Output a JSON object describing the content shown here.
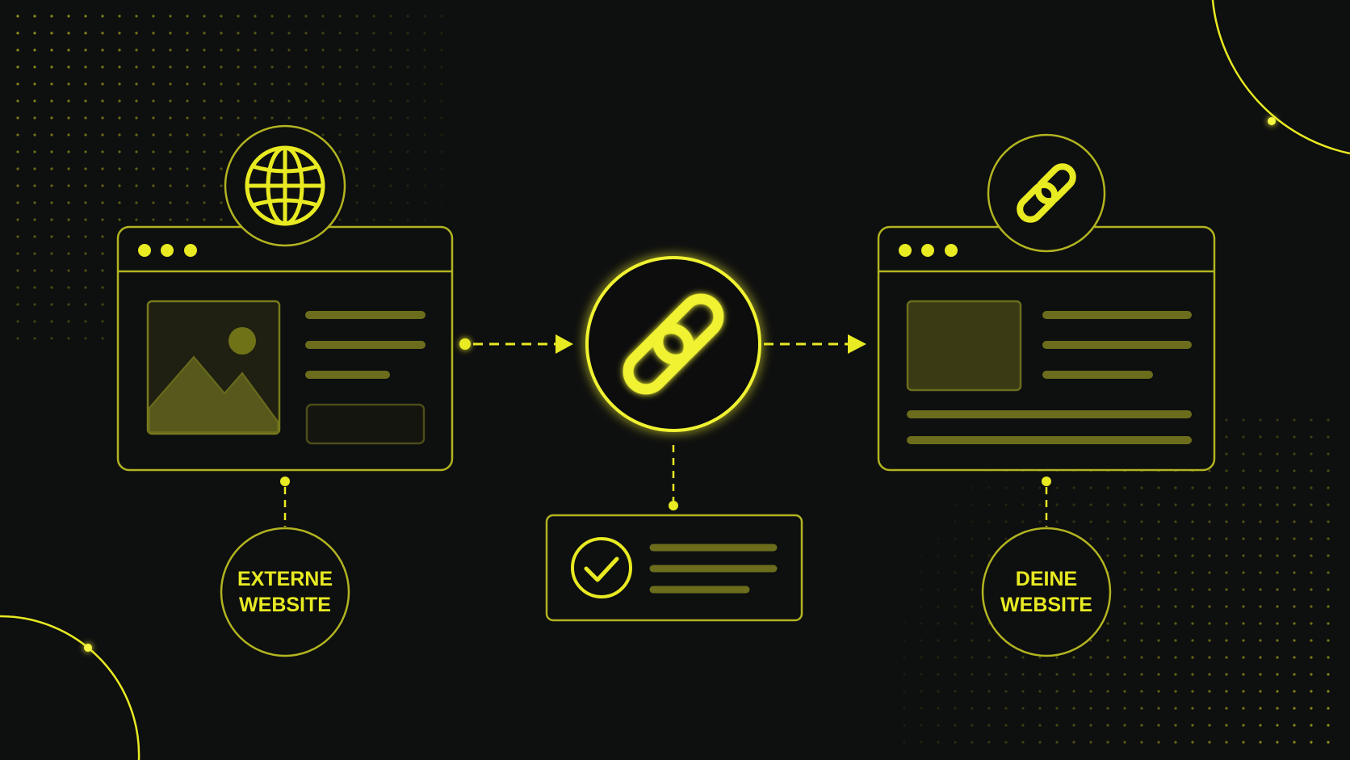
{
  "colors": {
    "background": "#0e0f0f",
    "accent": "#e8ea22",
    "accent_dim": "#b2b420",
    "panel_fill": "#58591c",
    "dot": "#c9cb1f"
  },
  "nodes": {
    "external": {
      "icon": "globe-icon",
      "label_line1": "EXTERNE",
      "label_line2": "WEBSITE"
    },
    "center": {
      "icon": "chain-link-icon",
      "status_icon": "checkmark-icon"
    },
    "own": {
      "icon": "link-icon",
      "label_line1": "DEINE",
      "label_line2": "WEBSITE"
    }
  }
}
